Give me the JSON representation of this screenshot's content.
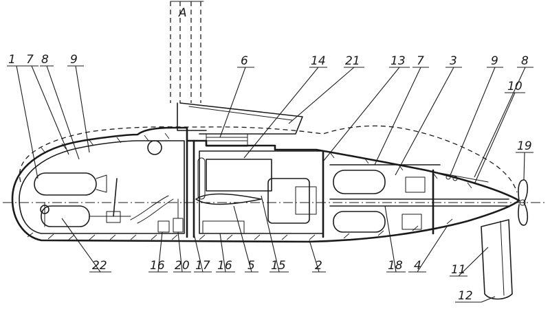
{
  "figure": {
    "top_label": "A",
    "callouts": [
      {
        "id": "c1",
        "text": "1"
      },
      {
        "id": "c7a",
        "text": "7"
      },
      {
        "id": "c8a",
        "text": "8"
      },
      {
        "id": "c9a",
        "text": "9"
      },
      {
        "id": "c6",
        "text": "6"
      },
      {
        "id": "c14",
        "text": "14"
      },
      {
        "id": "c21",
        "text": "21"
      },
      {
        "id": "c13",
        "text": "13"
      },
      {
        "id": "c7b",
        "text": "7"
      },
      {
        "id": "c3",
        "text": "3"
      },
      {
        "id": "c9b",
        "text": "9"
      },
      {
        "id": "c8b",
        "text": "8"
      },
      {
        "id": "c10",
        "text": "10"
      },
      {
        "id": "c19",
        "text": "19"
      },
      {
        "id": "c22",
        "text": "22"
      },
      {
        "id": "c16a",
        "text": "16"
      },
      {
        "id": "c20",
        "text": "20"
      },
      {
        "id": "c17",
        "text": "17"
      },
      {
        "id": "c16b",
        "text": "16"
      },
      {
        "id": "c5",
        "text": "5"
      },
      {
        "id": "c15",
        "text": "15"
      },
      {
        "id": "c2",
        "text": "2"
      },
      {
        "id": "c18",
        "text": "18"
      },
      {
        "id": "c4",
        "text": "4"
      },
      {
        "id": "c11",
        "text": "11"
      },
      {
        "id": "c12",
        "text": "12"
      }
    ]
  }
}
